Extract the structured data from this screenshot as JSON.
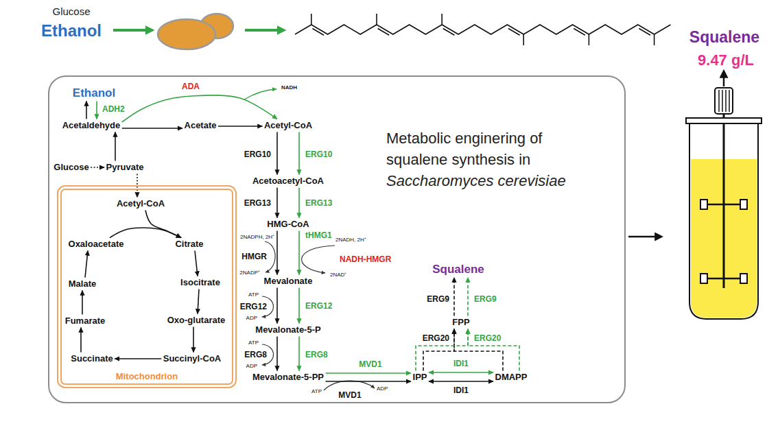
{
  "diagram": {
    "nodes": [
      {
        "text": [
          "Metabolic enginering of squalene synthesis in",
          "Saccharomyces cerevisiae"
        ]
      },
      {
        "text": [
          "Mitochondrion"
        ],
        "in": 0
      },
      {
        "text": [
          "Ethanol"
        ],
        "in": 0
      },
      {
        "text": [
          "Acetaldehyde"
        ],
        "in": 0
      },
      {
        "text": [
          "Acetate"
        ],
        "in": 0
      },
      {
        "text": [
          "Acetyl-CoA"
        ],
        "in": 0
      },
      {
        "text": [
          "Glucose"
        ],
        "in": 0
      },
      {
        "text": [
          "Pyruvate"
        ],
        "in": 0
      },
      {
        "text": [
          "Acetyl-CoA"
        ],
        "in": 1
      },
      {
        "text": [
          "Citrate"
        ],
        "in": 1
      },
      {
        "text": [
          "Isocitrate"
        ],
        "in": 1
      },
      {
        "text": [
          "Oxo-glutarate"
        ],
        "in": 1
      },
      {
        "text": [
          "Succinyl-CoA"
        ],
        "in": 1
      },
      {
        "text": [
          "Succinate"
        ],
        "in": 1
      },
      {
        "text": [
          "Fumarate"
        ],
        "in": 1
      },
      {
        "text": [
          "Malate"
        ],
        "in": 1
      },
      {
        "text": [
          "Oxaloacetate"
        ],
        "in": 1
      },
      {
        "text": [
          "Acetoacetyl-CoA"
        ],
        "in": 0
      },
      {
        "text": [
          "HMG-CoA"
        ],
        "in": 0
      },
      {
        "text": [
          "Mevalonate"
        ],
        "in": 0
      },
      {
        "text": [
          "Mevalonate-5-P"
        ],
        "in": 0
      },
      {
        "text": [
          "Mevalonate-5-PP"
        ],
        "in": 0
      },
      {
        "text": [
          "IPP"
        ],
        "in": 0
      },
      {
        "text": [
          "DMAPP"
        ],
        "in": 0
      },
      {
        "text": [
          "FPP"
        ],
        "in": 0
      },
      {
        "text": [
          "Squalene"
        ],
        "in": 0
      }
    ],
    "edges": [
      {
        "from": 3,
        "to": 2,
        "arrow": "to"
      },
      {
        "from": 2,
        "to": 3,
        "label": "ADH2",
        "arrow": "to"
      },
      {
        "from": 3,
        "to": 5,
        "label": "ADA",
        "arrow": "to"
      },
      {
        "from": 3,
        "to": 4,
        "arrow": "to"
      },
      {
        "from": 4,
        "to": 5,
        "arrow": "to"
      },
      {
        "from": 6,
        "to": 7,
        "arrow": "to"
      },
      {
        "from": 7,
        "to": 3,
        "arrow": "to"
      },
      {
        "from": 7,
        "to": 8,
        "arrow": "to"
      },
      {
        "from": 8,
        "to": 9,
        "arrow": "to"
      },
      {
        "from": 16,
        "to": 9,
        "arrow": "to"
      },
      {
        "from": 9,
        "to": 10,
        "arrow": "to"
      },
      {
        "from": 10,
        "to": 11,
        "arrow": "to"
      },
      {
        "from": 11,
        "to": 12,
        "arrow": "to"
      },
      {
        "from": 12,
        "to": 13,
        "arrow": "to"
      },
      {
        "from": 13,
        "to": 14,
        "arrow": "to"
      },
      {
        "from": 14,
        "to": 15,
        "arrow": "to"
      },
      {
        "from": 15,
        "to": 16,
        "arrow": "to"
      },
      {
        "from": 5,
        "to": 17,
        "label": "ERG10",
        "arrow": "to"
      },
      {
        "from": 5,
        "to": 17,
        "label": "ERG10",
        "arrow": "to"
      },
      {
        "from": 17,
        "to": 18,
        "label": "ERG13",
        "arrow": "to"
      },
      {
        "from": 17,
        "to": 18,
        "label": "ERG13",
        "arrow": "to"
      },
      {
        "from": 18,
        "to": 19,
        "label": "HMGR",
        "arrow": "to"
      },
      {
        "from": 18,
        "to": 19,
        "label": "tHMG1",
        "arrow": "to"
      },
      {
        "from": 19,
        "to": 20,
        "label": "ERG12",
        "arrow": "to"
      },
      {
        "from": 19,
        "to": 20,
        "label": "ERG12",
        "arrow": "to"
      },
      {
        "from": 20,
        "to": 21,
        "label": "ERG8",
        "arrow": "to"
      },
      {
        "from": 20,
        "to": 21,
        "label": "ERG8",
        "arrow": "to"
      },
      {
        "from": 21,
        "to": 22,
        "label": "MVD1",
        "arrow": "to"
      },
      {
        "from": 21,
        "to": 22,
        "label": "MVD1",
        "arrow": "to"
      },
      {
        "from": 22,
        "to": 23,
        "label": "IDI1",
        "arrow": "both"
      },
      {
        "from": 22,
        "to": 23,
        "label": "IDI1",
        "arrow": "both"
      },
      {
        "from": 22,
        "to": 24,
        "label": "ERG20",
        "arrow": "to"
      },
      {
        "from": 23,
        "to": 24,
        "arrow": "to"
      },
      {
        "from": 22,
        "to": 24,
        "label": "ERG20",
        "arrow": "to"
      },
      {
        "from": 23,
        "to": 24,
        "arrow": "to"
      },
      {
        "from": 24,
        "to": 25,
        "label": "ERG9",
        "arrow": "to"
      },
      {
        "from": 24,
        "to": 25,
        "label": "ERG9",
        "arrow": "to"
      }
    ],
    "labels": [
      "Glucose",
      "Ethanol",
      "Squalene",
      "9.47 g/L",
      "NADH",
      "2NADPH, 2H⁺",
      "2NADP⁺",
      "2NADH, 2H⁺",
      "NADH-HMGR",
      "2NAD⁺",
      "ATP",
      "ADP",
      "ATP",
      "ADP",
      "ATP",
      "ADP"
    ]
  }
}
